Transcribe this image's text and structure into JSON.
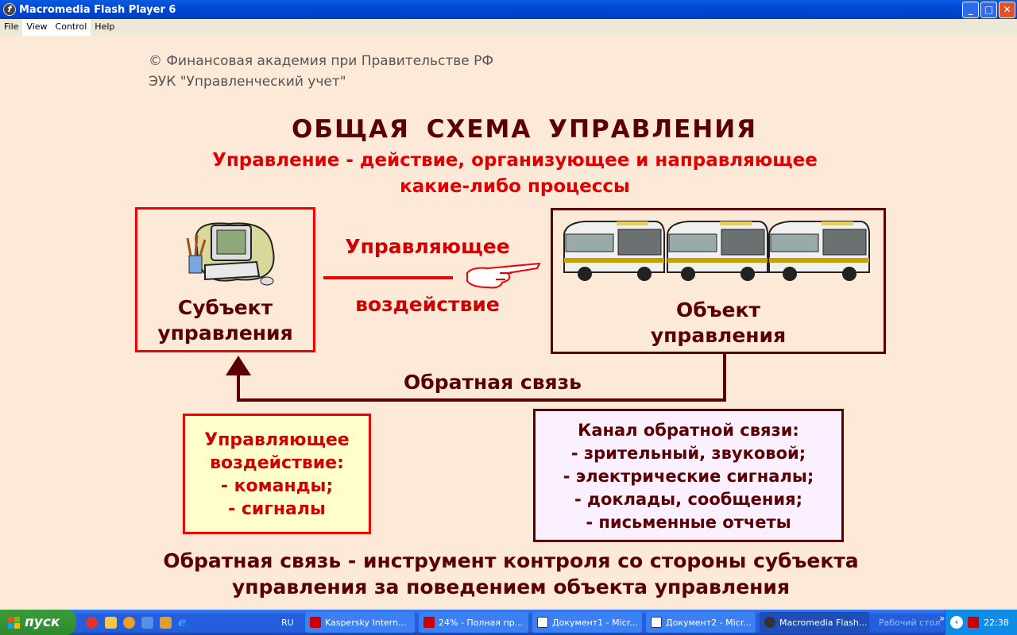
{
  "window": {
    "title": "Macromedia Flash Player 6",
    "minimize": "_",
    "maximize": "□",
    "close": "✕"
  },
  "menu": [
    "File",
    "View",
    "Control",
    "Help"
  ],
  "slide": {
    "copyright_symbol": "©",
    "copyright": "Финансовая академия при Правительстве РФ",
    "course": "ЭУК \"Управленческий учет\"",
    "title": "ОБЩАЯ СХЕМА УПРАВЛЕНИЯ",
    "definition": [
      "Управление - действие, организующее и направляющее",
      "какие-либо процессы"
    ],
    "subject": [
      "Субъект",
      "управления"
    ],
    "object": [
      "Объект",
      "управления"
    ],
    "control_action": [
      "Управляющее",
      "воздействие"
    ],
    "feedback": "Обратная связь",
    "control_box": [
      "Управляющее",
      "воздействие:",
      "- команды;",
      "- сигналы"
    ],
    "channel_box": [
      "Канал обратной связи:",
      "- зрительный, звуковой;",
      "- электрические сигналы;",
      "- доклады, сообщения;",
      "- письменные отчеты"
    ],
    "conclusion": [
      "Обратная связь - инструмент контроля со стороны субъекта",
      "управления за поведением объекта управления"
    ]
  },
  "taskbar": {
    "start": "пуск",
    "lang": "RU",
    "tasks": [
      "Kaspersky Intern...",
      "24% - Полная пр...",
      "Документ1 - Micr...",
      "Документ2 - Micr...",
      "Macromedia Flash..."
    ],
    "desktop": "Рабочий стол",
    "chevron": "»",
    "clock": "22:38"
  },
  "colors": {
    "background": "#FDE9D8",
    "maroon": "#5A0000",
    "red": "#E00000"
  }
}
